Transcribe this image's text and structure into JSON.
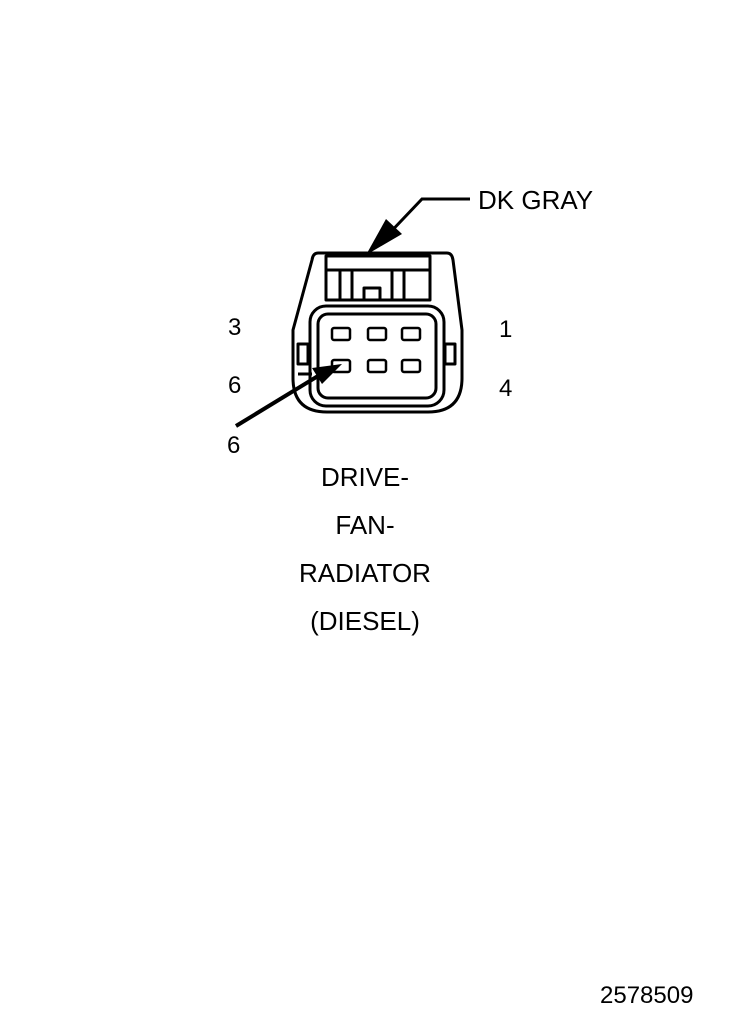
{
  "connector": {
    "color_label": "DK GRAY",
    "name_lines": [
      "DRIVE-",
      "FAN-",
      "RADIATOR",
      "(DIESEL)"
    ],
    "pin_labels": {
      "top_left": "3",
      "top_right": "1",
      "bottom_left": "6",
      "bottom_right": "4"
    },
    "callout_pin": "6"
  },
  "figure_id": "2578509"
}
